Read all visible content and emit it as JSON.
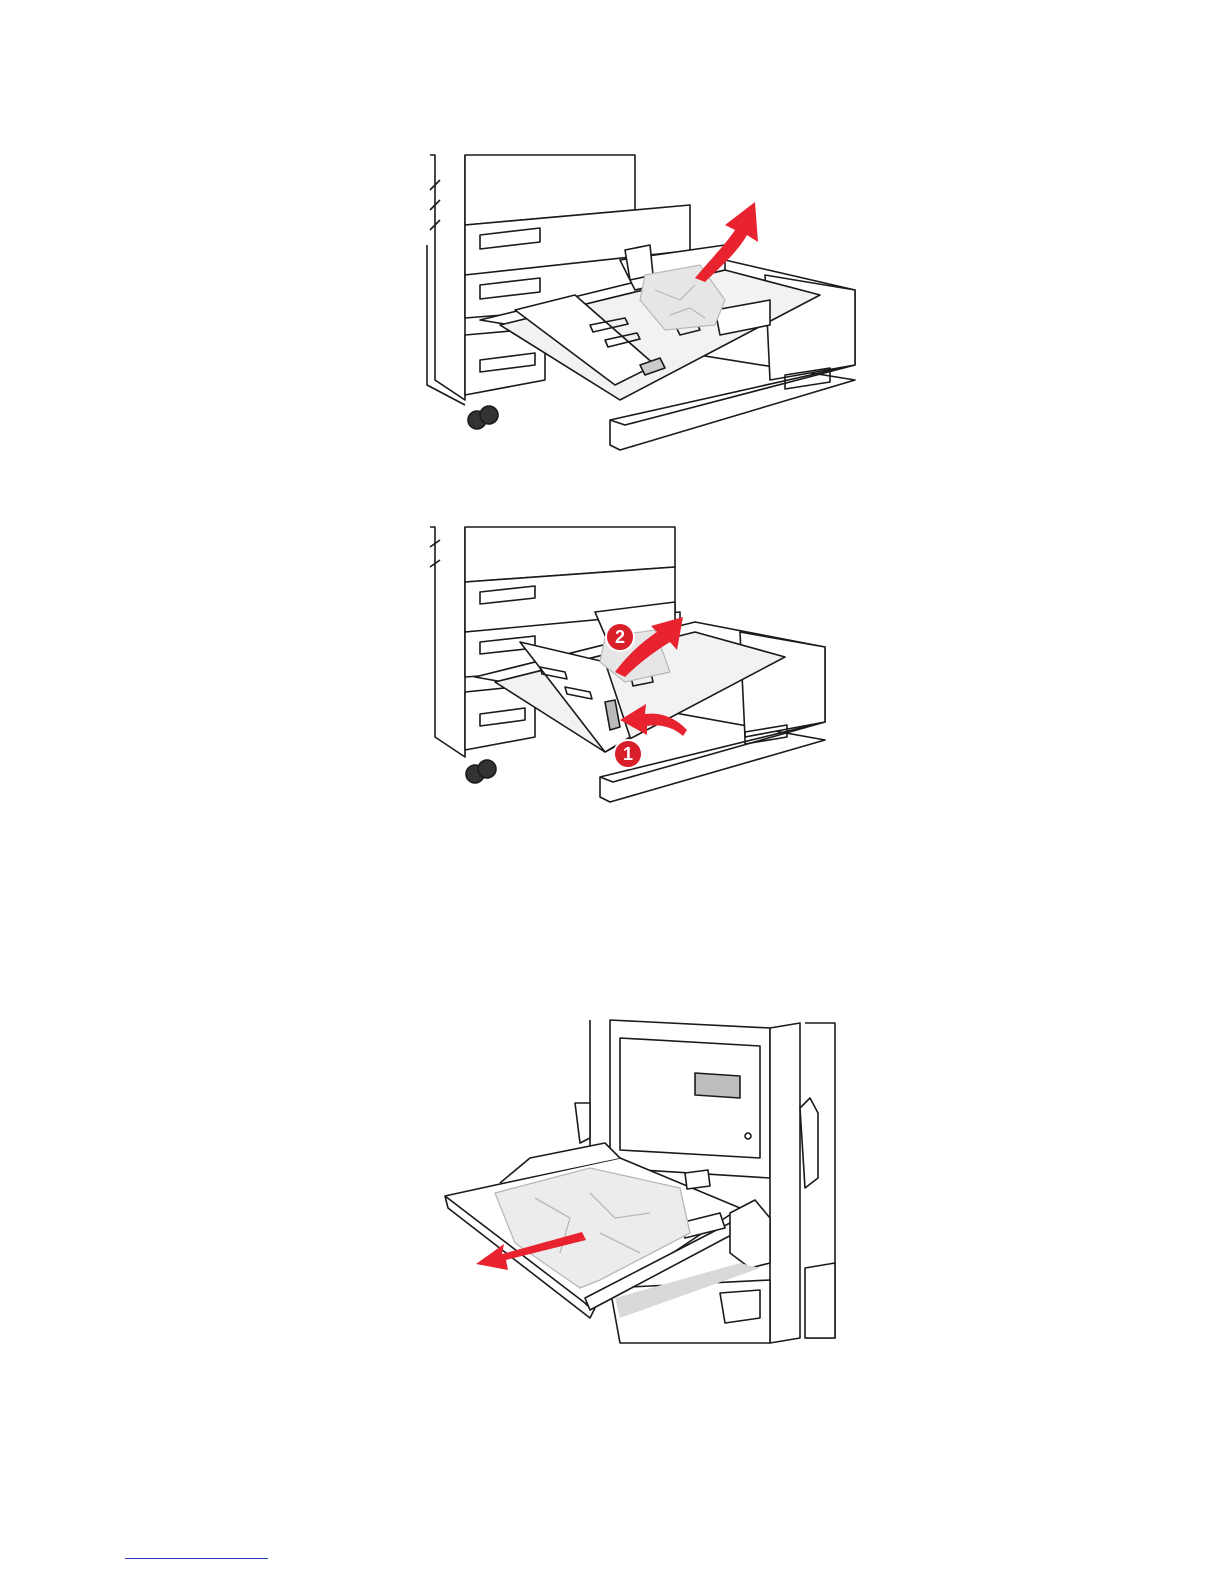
{
  "figures": [
    {
      "name": "remove-jammed-paper-from-tray-drawer",
      "arrow_color": "#e8232f"
    },
    {
      "name": "release-and-lift-tray-guide",
      "steps": [
        "1",
        "2"
      ],
      "arrow_color": "#e8232f",
      "badge_color": "#d81f2a"
    },
    {
      "name": "pull-jammed-paper-from-multipurpose-feeder",
      "arrow_color": "#e8232f"
    }
  ],
  "colors": {
    "line": "#1a1a1a",
    "shade": "#d9d9d9",
    "paper": "#ececec",
    "arrow": "#e8232f",
    "link_rule": "#2a3fbf"
  }
}
